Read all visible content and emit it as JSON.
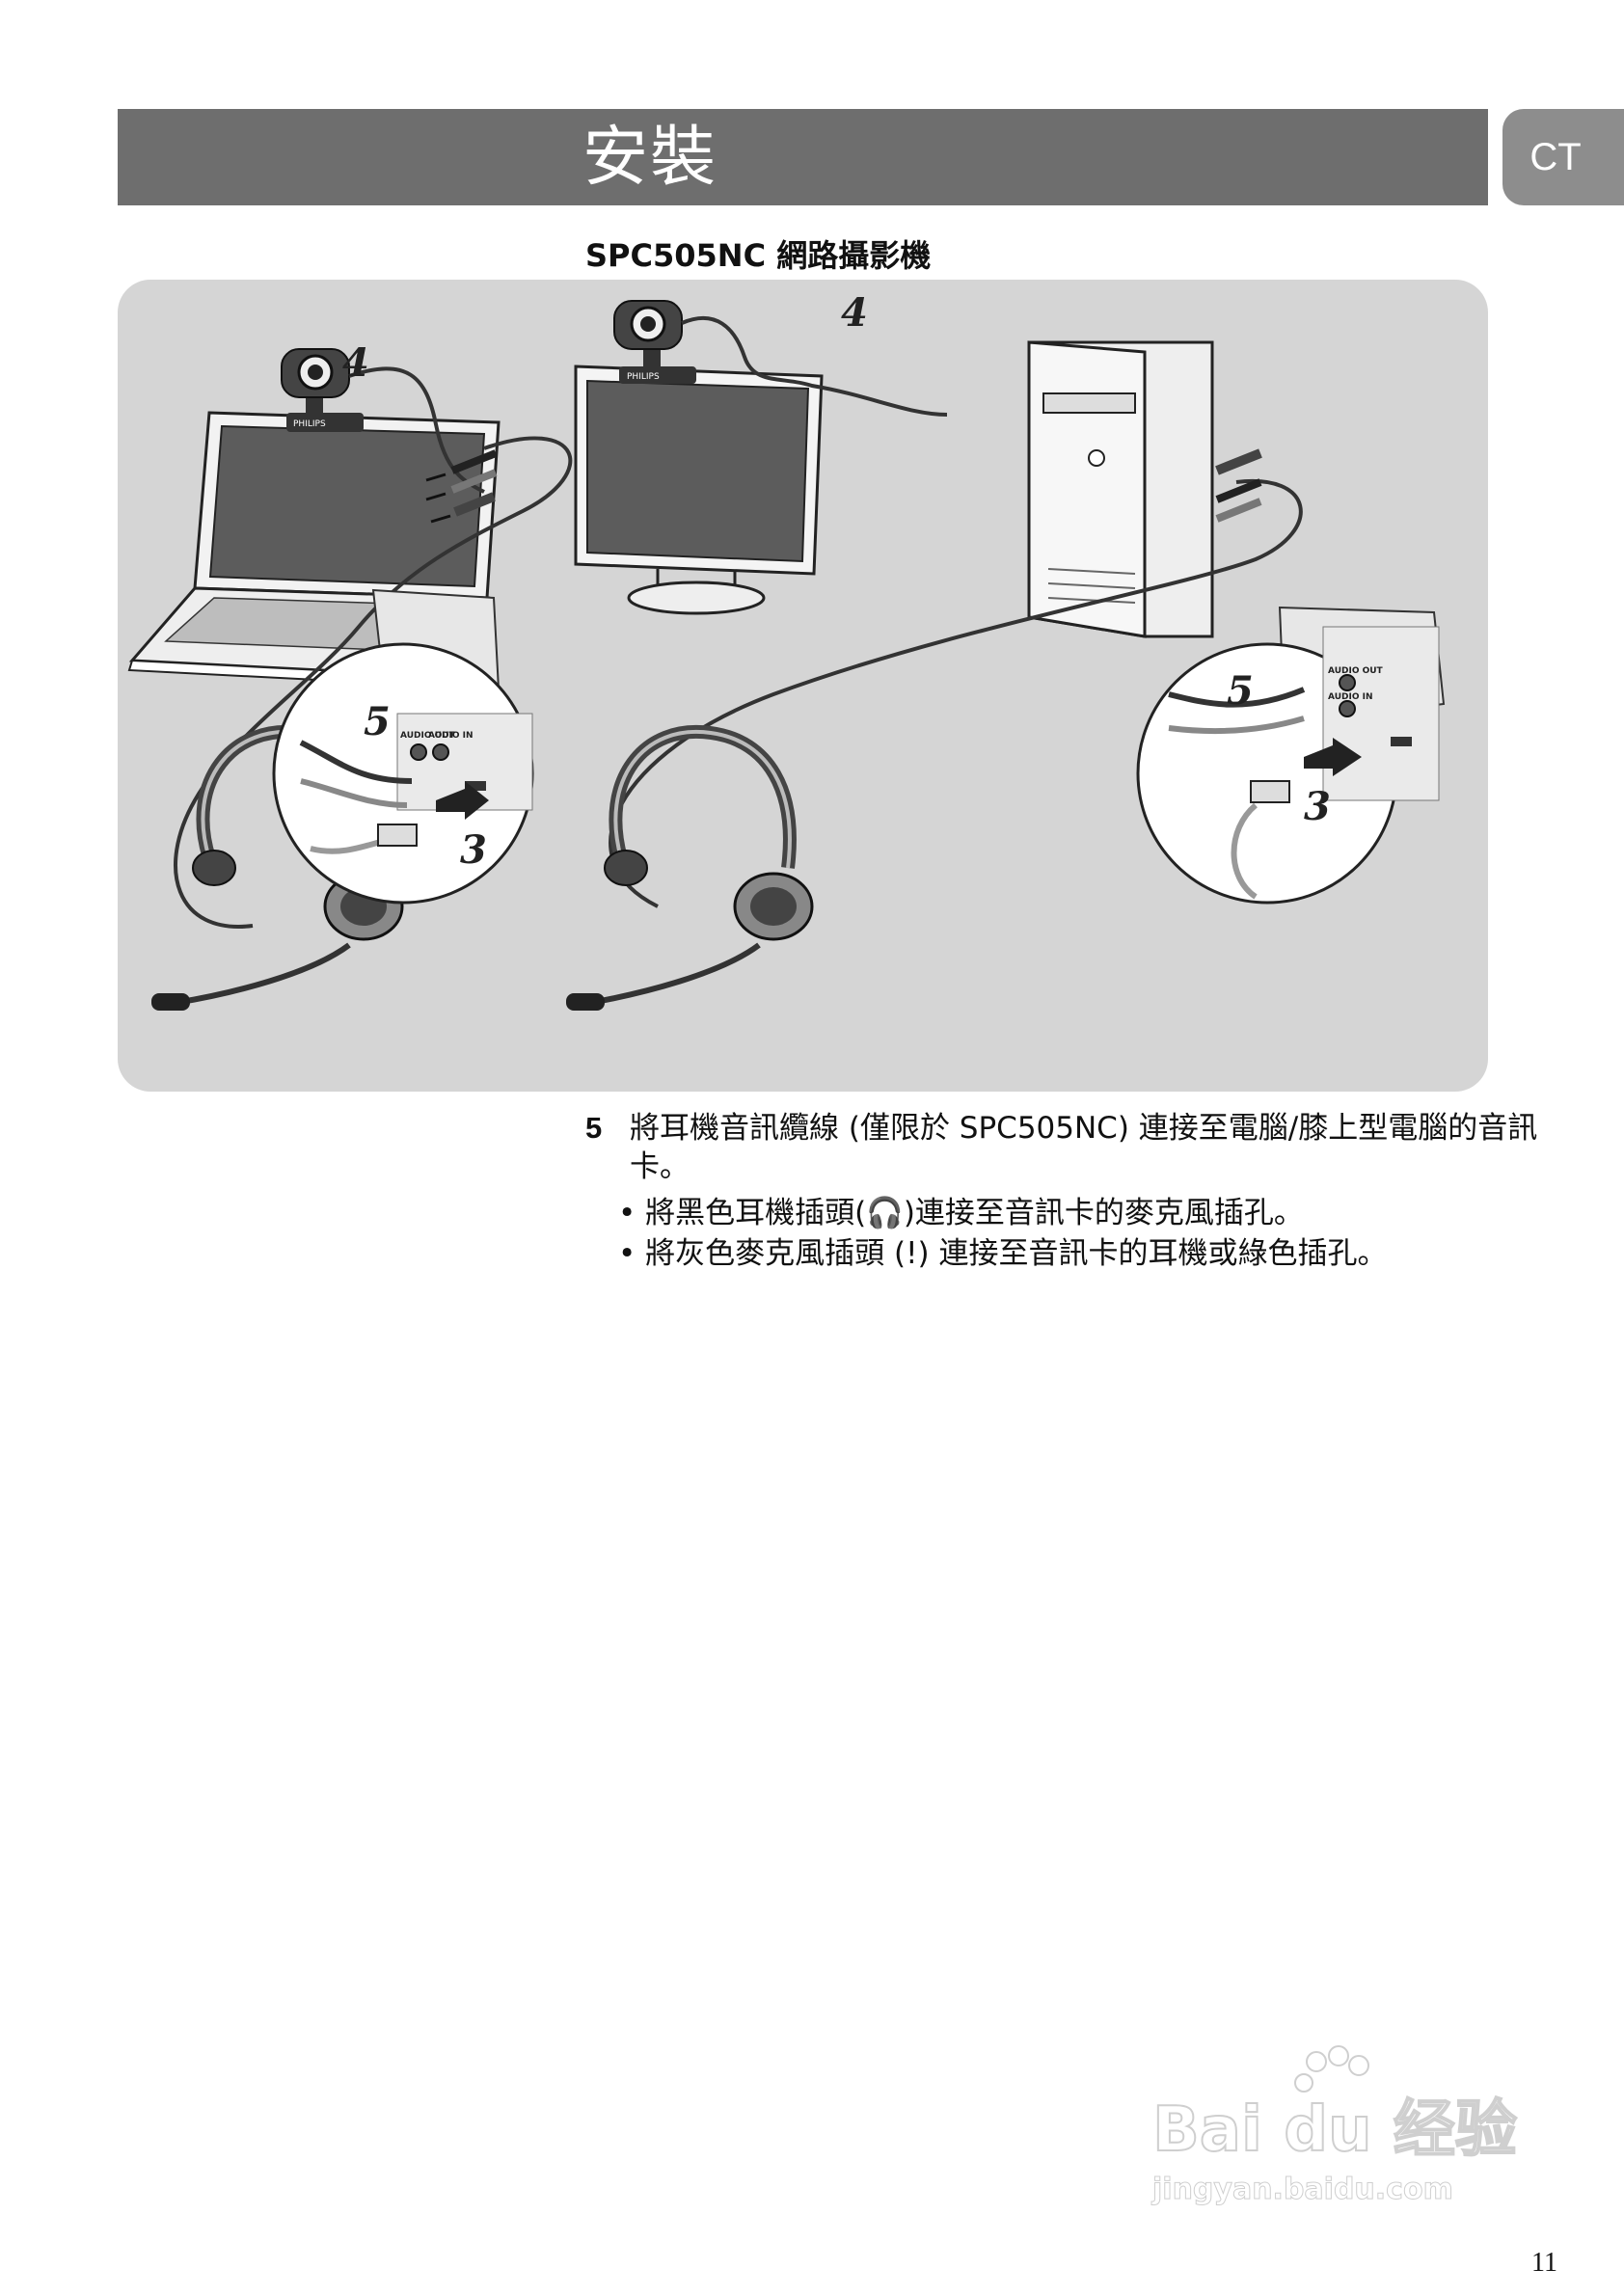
{
  "header": {
    "title": "安裝",
    "lang_tab": "CT"
  },
  "subtitle": "SPC505NC 網路攝影機",
  "figure": {
    "step_labels": [
      "4",
      "5",
      "3",
      "4",
      "5",
      "3"
    ],
    "port_labels": {
      "audio_out": "AUDIO OUT",
      "audio_in": "AUDIO IN"
    },
    "brand": "PHILIPS"
  },
  "instructions": {
    "step_number": "5",
    "step_text": "將耳機音訊纜線 (僅限於 SPC505NC) 連接至電腦/膝上型電腦的音訊卡。",
    "bullet_1": "• 將黑色耳機插頭(🎧)連接至音訊卡的麥克風插孔。",
    "bullet_2": "• 將灰色麥克風插頭 (!) 連接至音訊卡的耳機或綠色插孔。"
  },
  "watermark": {
    "brand": "Bai du 经验",
    "url": "jingyan.baidu.com"
  },
  "page_number": "11"
}
